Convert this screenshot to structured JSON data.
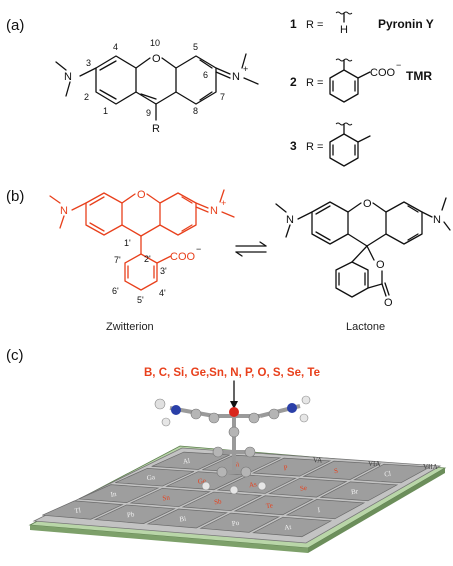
{
  "panels": {
    "a": {
      "label": "(a)",
      "core_atoms": {
        "left_N": "N",
        "right_N": "N",
        "right_N_charge": "+",
        "ring_O": "O",
        "R": "R"
      },
      "positions": [
        "10",
        "4",
        "5",
        "3",
        "6",
        "2",
        "7",
        "1",
        "9",
        "8"
      ],
      "substituent_rows": [
        {
          "number": "1",
          "equation": "R =",
          "group_atom": "H",
          "name": "Pyronin Y"
        },
        {
          "number": "2",
          "equation": "R =",
          "group_text": "COO",
          "group_charge": "−",
          "name": "TMR"
        },
        {
          "number": "3",
          "equation": "R =",
          "name": ""
        }
      ]
    },
    "b": {
      "label": "(b)",
      "zwitterion": {
        "atoms": {
          "left_N": "N",
          "right_N": "N",
          "right_N_charge": "+",
          "O": "O",
          "carboxylate": "COO",
          "carboxylate_charge": "−"
        },
        "positions": [
          "1'",
          "2'",
          "3'",
          "4'",
          "5'",
          "6'",
          "7'"
        ],
        "caption": "Zwitterion"
      },
      "lactone": {
        "atoms": {
          "left_N": "N",
          "right_N": "N",
          "ring_O": "O",
          "lactone_O": "O",
          "carbonyl_O": "O"
        },
        "caption": "Lactone"
      }
    },
    "c": {
      "label": "(c)",
      "elements_line": "B, C, Si, Ge,Sn, N, P, O, S, Se, Te",
      "table_cells": [
        "Al",
        "Si",
        "P",
        "S",
        "Cl",
        "Ga",
        "Ge",
        "As",
        "Se",
        "Br",
        "In",
        "Sn",
        "Sb",
        "Te",
        "I",
        "Tl",
        "Pb",
        "Bi",
        "Po",
        "At"
      ],
      "table_groups": [
        "VA",
        "VIA",
        "VIIA"
      ]
    }
  },
  "colors": {
    "highlight_red": "#e8401c",
    "nitrogen_blue": "#2a3fa8",
    "oxygen_red": "#d8261b",
    "tile_gray": "#9e9e9e",
    "base_green": "#b9d6a8"
  }
}
